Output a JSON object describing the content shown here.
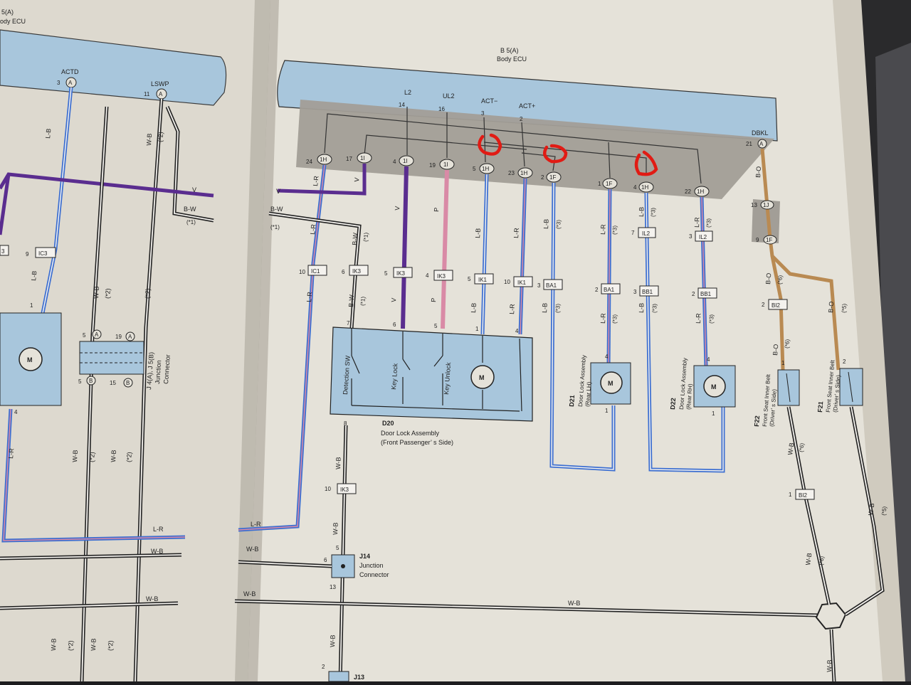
{
  "left_page": {
    "header_partial": "5(A)",
    "header_sub_partial": "ody ECU",
    "ecu_pins": [
      {
        "name": "ACTD",
        "num": "3",
        "conn": "A"
      },
      {
        "name": "LSWP",
        "num": "11",
        "conn": "A"
      }
    ],
    "wire_labels": {
      "l_b_top": "L-B",
      "w_b_top": "W-B",
      "star2_top": "(*2)",
      "v_right": "V",
      "b_w_right": "B-W",
      "star1_right": "(*1)",
      "l_b_mid": "L-B",
      "w_b_mid": "W-B",
      "star2_mid_a": "(*2)",
      "star2_mid_b": "(*2)",
      "l_r_low": "L-R",
      "w_b_low_a": "W-B",
      "w_b_low_b": "W-B",
      "star2_low_a": "(*2)",
      "star2_low_b": "(*2)",
      "l_r_bus": "L-R",
      "w_b_bus": "W-B",
      "w_b_bus2": "W-B",
      "w_b_bot_a": "W-B",
      "w_b_bot_b": "W-B",
      "star2_bot_a": "(*2)",
      "star2_bot_b": "(*2)"
    },
    "connectors": {
      "ic3": "IC3",
      "ic3_num": "9",
      "left_num": "3"
    },
    "pins": {
      "p1": "1",
      "p4": "4",
      "p5a": "5",
      "p5b": "5",
      "p19": "19",
      "p15": "15",
      "ca": "A",
      "cb": "B"
    },
    "junction_caption": "J 4(A), J 5(B)",
    "junction_sub1": "Junction",
    "junction_sub2": "Connector",
    "motor": "M"
  },
  "right_page": {
    "header": "B 5(A)",
    "header_sub": "Body ECU",
    "ecu_pins": [
      {
        "name": "L2",
        "num": "14"
      },
      {
        "name": "UL2",
        "num": "16"
      },
      {
        "name": "ACT−",
        "num": "3"
      },
      {
        "name": "ACT+",
        "num": "2"
      },
      {
        "name": "DBKL",
        "num": "21",
        "conn": "A"
      }
    ],
    "row_connectors": [
      {
        "num": "24",
        "id": "1H"
      },
      {
        "num": "17",
        "id": "1I"
      },
      {
        "num": "4",
        "id": "1I"
      },
      {
        "num": "19",
        "id": "1I"
      },
      {
        "num": "5",
        "id": "1H"
      },
      {
        "num": "23",
        "id": "1H"
      },
      {
        "num": "2",
        "id": "1F"
      },
      {
        "num": "1",
        "id": "1F"
      },
      {
        "num": "4",
        "id": "1H"
      },
      {
        "num": "22",
        "id": "1H"
      }
    ],
    "mid_connectors": [
      {
        "num": "10",
        "id": "IC1"
      },
      {
        "num": "6",
        "id": "IK3"
      },
      {
        "num": "5",
        "id": "IK3"
      },
      {
        "num": "4",
        "id": "IK3"
      },
      {
        "num": "5",
        "id": "IK1"
      },
      {
        "num": "10",
        "id": "IK1"
      },
      {
        "num": "3",
        "id": "BA1"
      },
      {
        "num": "2",
        "id": "BA1"
      },
      {
        "num": "3",
        "id": "BB1"
      },
      {
        "num": "2",
        "id": "BB1"
      }
    ],
    "il2": [
      {
        "num": "7",
        "id": "IL2"
      },
      {
        "num": "3",
        "id": "IL2"
      }
    ],
    "wire_labels": {
      "l_r": "L-R",
      "b_w": "B-W",
      "star1": "(*1)",
      "v": "V",
      "p": "P",
      "l_b": "L-B",
      "star3": "(*3)",
      "l_r2": "L-R",
      "b_o": "B-O",
      "star6": "(*6)",
      "star5": "(*5)",
      "v_left": "V",
      "b_w_left": "B-W",
      "star1_left": "(*1)",
      "w_b": "W-B"
    },
    "d20": {
      "id": "D20",
      "title": "Door Lock Assembly",
      "subtitle": "(Front Passenger’ s Side)",
      "sw1": "Detection SW",
      "sw2": "Key Lock",
      "sw3": "Key Unlock",
      "pins": [
        "7",
        "6",
        "5",
        "1",
        "4",
        "8"
      ]
    },
    "d21": {
      "id": "D21",
      "title": "Door Lock Assembly",
      "subtitle": "(Rear LH)",
      "pins": [
        "4",
        "1"
      ]
    },
    "d22": {
      "id": "D22",
      "title": "Door Lock Assembly",
      "subtitle": "(Rear RH)",
      "pins": [
        "4",
        "1"
      ]
    },
    "f22": {
      "id": "F22",
      "title": "Front Seat Inner Belt",
      "subtitle": "(Driver’ s Side)"
    },
    "f21": {
      "id": "F21",
      "title": "Front Seat Inner Belt",
      "subtitle": "(Driver’ s Side)"
    },
    "ik3_low": {
      "num": "10",
      "id": "IK3"
    },
    "j14": {
      "id": "J14",
      "title": "Junction",
      "subtitle": "Connector",
      "pins": [
        "5",
        "6",
        "13"
      ]
    },
    "j13": {
      "id": "J13",
      "pin": "2"
    },
    "dbkl_path": {
      "c1": "1J",
      "n1": "13",
      "c2": "1F",
      "n2": "9"
    },
    "bi2_top": {
      "num": "2",
      "id": "BI2"
    },
    "bi2_bot": {
      "num": "1",
      "id": "BI2"
    },
    "belt_pins": {
      "f22": "1",
      "f21": "2"
    },
    "motor": "M"
  },
  "colors": {
    "page": "#e4e0d6",
    "page_shadow": "#bdb8ac",
    "ecu_blue": "#a8c6dc",
    "gray_box": "#a29e97",
    "violet": "#5a2d8f",
    "pink": "#d98aa6",
    "blue_stripe": "#3d6fd1",
    "red_mark": "#e11b14",
    "tan": "#b98a52"
  }
}
